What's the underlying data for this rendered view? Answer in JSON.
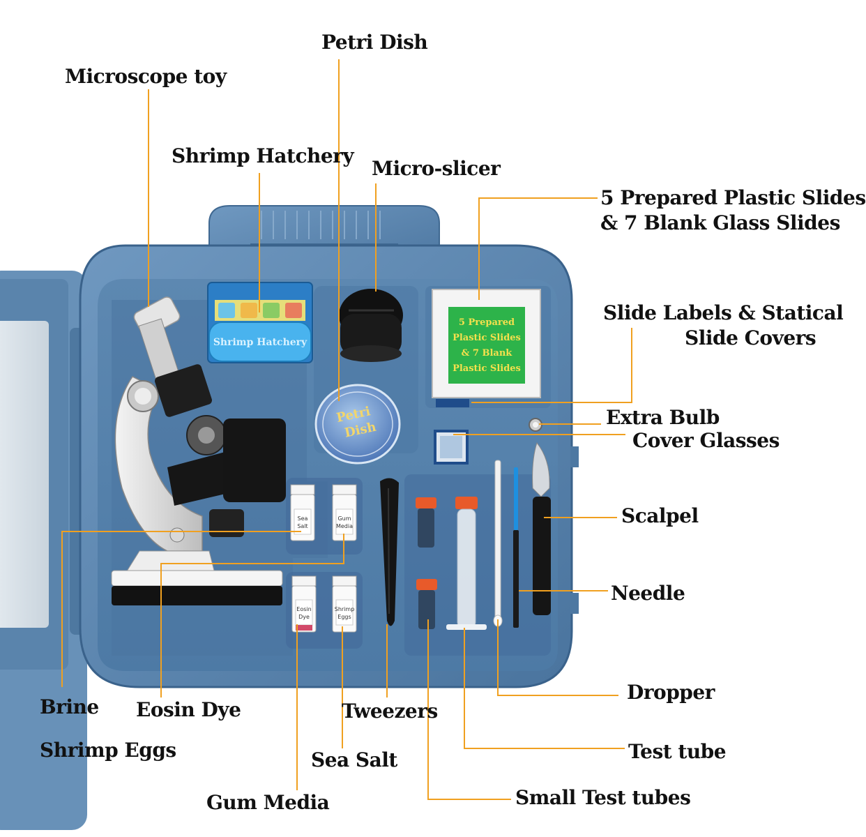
{
  "labels": {
    "microscope_toy": "Microscope toy",
    "petri_dish": "Petri Dish",
    "shrimp_hatchery": "Shrimp Hatchery",
    "micro_slicer": "Micro-slicer",
    "slides_line1": "5 Prepared Plastic Slides",
    "slides_line2": "& 7 Blank Glass Slides",
    "slide_labels_line1": "Slide Labels & Statical",
    "slide_labels_line2": "Slide Covers",
    "extra_bulb": "Extra Bulb",
    "cover_glasses": "Cover Glasses",
    "scalpel": "Scalpel",
    "needle": "Needle",
    "dropper": "Dropper",
    "test_tube": "Test tube",
    "small_test_tubes": "Small Test tubes",
    "gum_media": "Gum Media",
    "sea_salt": "Sea Salt",
    "tweezers": "Tweezers",
    "eosin_dye": "Eosin Dye",
    "brine": "Brine",
    "shrimp_eggs": "Shrimp Eggs"
  },
  "product_text": {
    "hatchery_label": "Shrimp Hatchery",
    "petri_line1": "Petri",
    "petri_line2": "Dish",
    "slides_box": [
      "5 Prepared",
      "Plastic Slides",
      "& 7 Blank",
      "Plastic Slides"
    ],
    "bottle_sea_salt": [
      "Sea",
      "Salt"
    ],
    "bottle_gum_media": [
      "Gum",
      "Media"
    ],
    "bottle_eosin_dye": [
      "Eosin",
      "Dye"
    ],
    "bottle_shrimp_eggs": [
      "Shrimp",
      "Eggs"
    ]
  },
  "colors": {
    "leader_line": "#F0A020",
    "case_blue": "#5B86AE",
    "case_dark": "#3E6790",
    "label_text": "#111111"
  }
}
